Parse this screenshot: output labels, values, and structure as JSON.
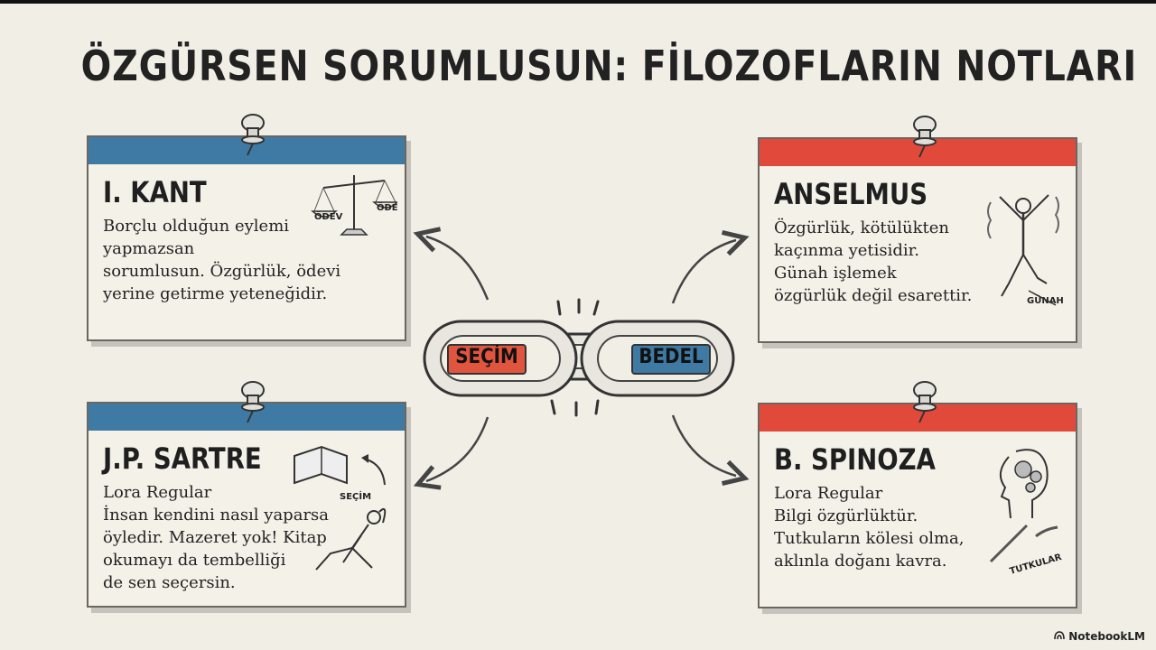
{
  "title": "ÖZGÜRSEN SORUMLUSUN: FİLOZOFLARIN NOTLARI",
  "center": {
    "left_label": "SEÇİM",
    "right_label": "BEDEL"
  },
  "cards": {
    "kant": {
      "heading": "I. KANT",
      "text": "Borçlu olduğun eylemi\nyapmazsan\nsorumlusun. Özgürlük, ödevi\nyerine getirme yeteneğidir.",
      "scale_left": "ÖDEV",
      "scale_right": "ÖDEV"
    },
    "anselmus": {
      "heading": "ANSELMUS",
      "text": "Özgürlük, kötülükten\nkaçınma yetisidir.\nGünah işlemek\nözgürlük değil esarettir.",
      "sketch_label": "GÜNAH"
    },
    "sartre": {
      "heading": "J.P. SARTRE",
      "text": "Lora Regular\nİnsan kendini nasıl yaparsa\nöyledir. Mazeret yok! Kitap\nokumayı da tembelliği\nde sen seçersin.",
      "sketch_label": "SEÇİM"
    },
    "spinoza": {
      "heading": "B. SPINOZA",
      "text": "Lora Regular\nBilgi özgürlüktür.\nTutkuların kölesi olma,\naklınla doğanı kavra.",
      "sketch_label": "TUTKULAR"
    }
  },
  "brand": {
    "label": "NotebookLM",
    "icon": "notebooklm-icon"
  },
  "colors": {
    "blue": "#3e7aa3",
    "red": "#e14a3b",
    "background": "#f1eee6"
  }
}
